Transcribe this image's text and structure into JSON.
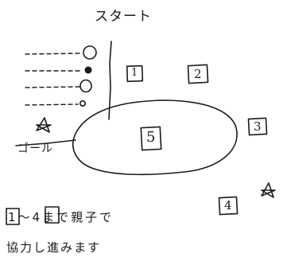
{
  "diagram": {
    "start_label": "スタート",
    "goal_label": "ゴール",
    "squares": [
      "1",
      "2",
      "3",
      "4"
    ],
    "oval_number": "5",
    "note_line1": "1〜4まで親子で",
    "note_line2": "協力し進みます"
  },
  "style": {
    "ink_color": "#1a1a1a",
    "background": "#ffffff"
  }
}
